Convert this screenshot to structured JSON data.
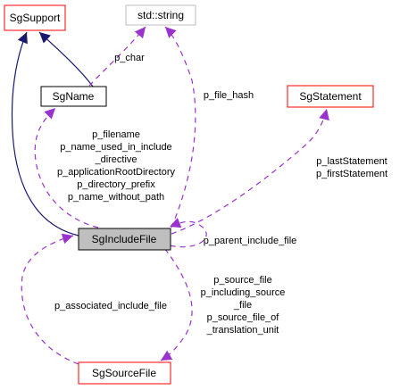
{
  "nodes": {
    "sg_support": "SgSupport",
    "std_string": "std::string",
    "sg_name": "SgName",
    "sg_statement": "SgStatement",
    "sg_include_file": "SgIncludeFile",
    "sg_source_file": "SgSourceFile"
  },
  "edges": {
    "p_char": "p_char",
    "p_file_hash": "p_file_hash",
    "name_edge_labels": [
      "p_filename",
      "p_name_used_in_include",
      "_directive",
      "p_applicationRootDirectory",
      "p_directory_prefix",
      "p_name_without_path"
    ],
    "statement_edge_labels": [
      "p_lastStatement",
      "p_firstStatement"
    ],
    "p_parent_include_file": "p_parent_include_file",
    "p_associated_include_file": "p_associated_include_file",
    "source_edge_labels": [
      "p_source_file",
      "p_including_source",
      "_file",
      "p_source_file_of",
      "_translation_unit"
    ]
  },
  "colors": {
    "inheritance": "#191970",
    "usage": "#9a32cd",
    "node_red_border": "#ff0000",
    "node_gray_border": "#bfbfbf",
    "node_highlight_fill": "#bfbfbf"
  }
}
